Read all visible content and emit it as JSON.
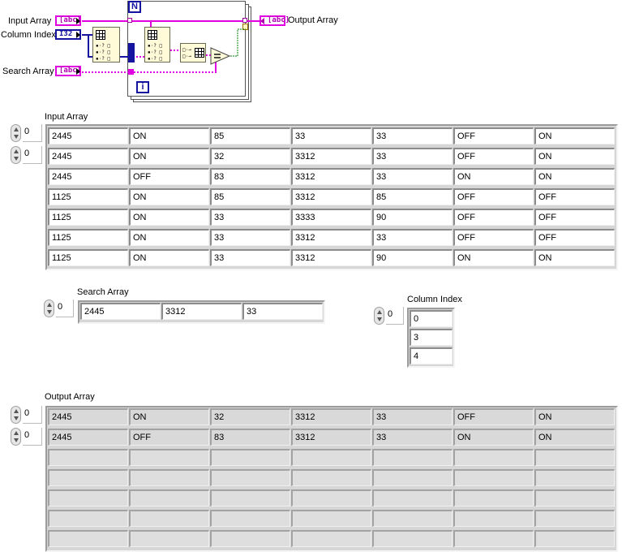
{
  "diagram": {
    "labels": {
      "input_array": "Input Array",
      "column_index": "Column Index",
      "search_array": "Search Array",
      "output_array": "Output Array"
    },
    "terminal_glyphs": {
      "string": "[abc]",
      "i32": "I32"
    },
    "loop_count": "N",
    "loop_iteration": "i",
    "colors": {
      "string_wire": "#e000e0",
      "numeric_wire": "#1414a0"
    }
  },
  "input_array": {
    "label": "Input Array",
    "row_index": "0",
    "col_index": "0",
    "rows": [
      [
        "2445",
        "ON",
        "85",
        "33",
        "33",
        "OFF",
        "ON"
      ],
      [
        "2445",
        "ON",
        "32",
        "3312",
        "33",
        "OFF",
        "ON"
      ],
      [
        "2445",
        "OFF",
        "83",
        "3312",
        "33",
        "ON",
        "ON"
      ],
      [
        "1125",
        "ON",
        "85",
        "3312",
        "85",
        "OFF",
        "OFF"
      ],
      [
        "1125",
        "ON",
        "33",
        "3333",
        "90",
        "OFF",
        "OFF"
      ],
      [
        "1125",
        "ON",
        "33",
        "3312",
        "33",
        "OFF",
        "OFF"
      ],
      [
        "1125",
        "ON",
        "33",
        "3312",
        "90",
        "ON",
        "ON"
      ]
    ]
  },
  "search_array": {
    "label": "Search Array",
    "index": "0",
    "values": [
      "2445",
      "3312",
      "33"
    ]
  },
  "column_index": {
    "label": "Column Index",
    "index": "0",
    "values": [
      "0",
      "3",
      "4"
    ]
  },
  "output_array": {
    "label": "Output Array",
    "row_index": "0",
    "col_index": "0",
    "rows": [
      [
        "2445",
        "ON",
        "32",
        "3312",
        "33",
        "OFF",
        "ON"
      ],
      [
        "2445",
        "OFF",
        "83",
        "3312",
        "33",
        "ON",
        "ON"
      ]
    ],
    "empty_rows": 5
  }
}
